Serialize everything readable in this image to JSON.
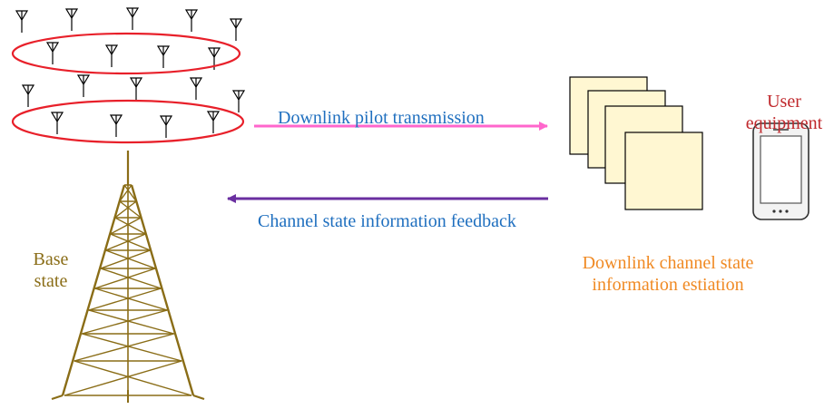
{
  "labels": {
    "downlink_pilot": "Downlink pilot transmission",
    "csi_feedback": "Channel state information feedback",
    "base_state_line1": "Base",
    "base_state_line2": "state",
    "user_line1": "User",
    "user_line2": "equipment",
    "estimation_line1": "Downlink channel state",
    "estimation_line2": "information estiation"
  },
  "colors": {
    "ring": "#e8202a",
    "antenna": "#000000",
    "tower": "#8a6d17",
    "pilot_arrow": "#ff66cc",
    "feedback_arrow": "#6a2fa0",
    "arrow_text": "#1f6fbf",
    "tower_text": "#8a6d17",
    "user_text": "#c0282c",
    "estimation_text": "#f08a24",
    "page_fill": "#fff7d2"
  },
  "icons": [
    "antenna-icon",
    "smartphone-icon",
    "tower-icon"
  ]
}
